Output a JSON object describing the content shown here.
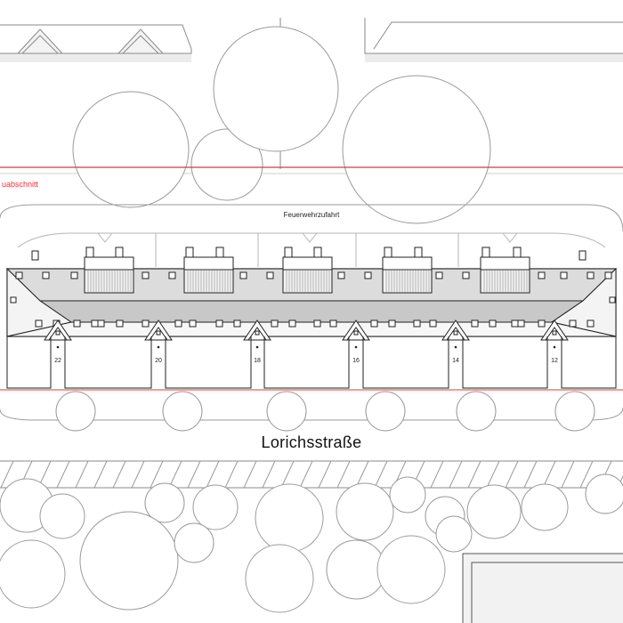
{
  "site_plan": {
    "boundary_label": "uabschnitt",
    "fire_lane_label": "Feuerwehrzufahrt",
    "street_name": "Lorichsstraße",
    "house_numbers": [
      "22",
      "20",
      "18",
      "16",
      "14",
      "12"
    ],
    "colors": {
      "line": "#8a8a8a",
      "dark_line": "#222222",
      "boundary": "#e8343a",
      "roof_light": "#f1f1f1",
      "roof_mid": "#dedede",
      "roof_dark": "#bdbdbd",
      "shadow": "#ececec"
    }
  }
}
